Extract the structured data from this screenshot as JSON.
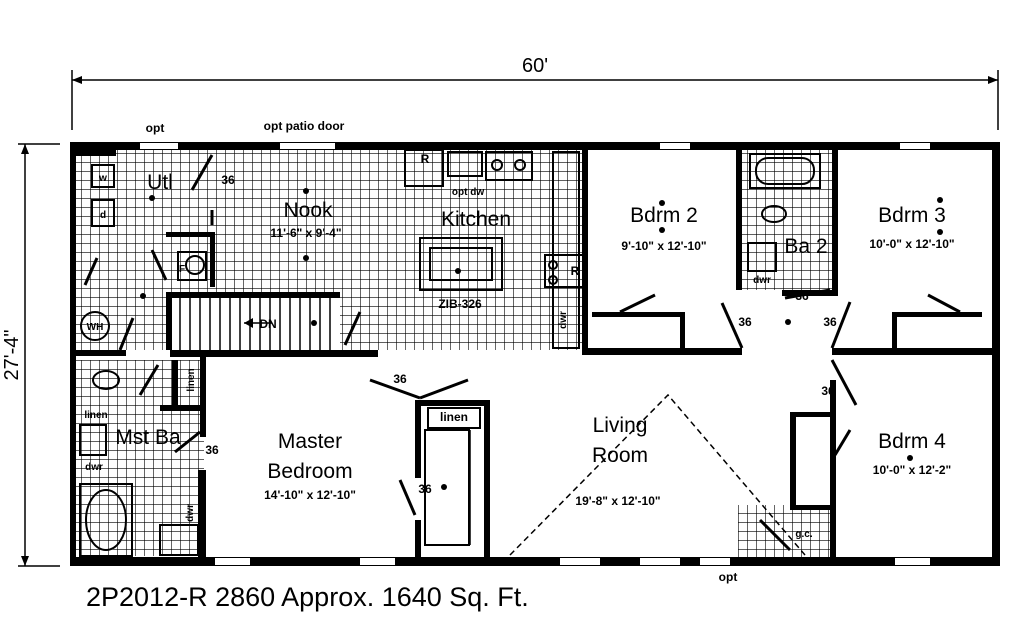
{
  "overall": {
    "width_label": "60'",
    "depth_label": "27'-4\""
  },
  "notes": {
    "opt_window": "opt",
    "opt_patio_door": "opt patio door",
    "opt_door": "opt",
    "opt_dw": "opt dw"
  },
  "rooms": {
    "utility": {
      "name": "Utl"
    },
    "nook": {
      "name": "Nook",
      "size": "11'-6\" x 9'-4\""
    },
    "kitchen": {
      "name": "Kitchen",
      "island_code": "ZIB-326"
    },
    "bedroom2": {
      "name": "Bdrm 2",
      "size": "9'-10\" x 12'-10\""
    },
    "bath2": {
      "name": "Ba 2"
    },
    "bedroom3": {
      "name": "Bdrm 3",
      "size": "10'-0\" x 12'-10\""
    },
    "master_bath": {
      "name": "Mst Ba"
    },
    "master_bedroom": {
      "name1": "Master",
      "name2": "Bedroom",
      "size": "14'-10\" x 12'-10\""
    },
    "living_room": {
      "name1": "Living",
      "name2": "Room",
      "size": "19'-8\" x 12'-10\""
    },
    "bedroom4": {
      "name": "Bdrm 4",
      "size": "10'-0\" x 12'-2\""
    }
  },
  "fixtures": {
    "washer": "w",
    "dryer": "d",
    "refrigerator": "R",
    "water_heater": "WH",
    "furnace": "F",
    "stair": "DN",
    "linen": "linen",
    "dishwasher": "dwr",
    "guest_closet": "g.c."
  },
  "door_width": "36",
  "caption": "2P2012-R 2860 Approx. 1640 Sq. Ft."
}
